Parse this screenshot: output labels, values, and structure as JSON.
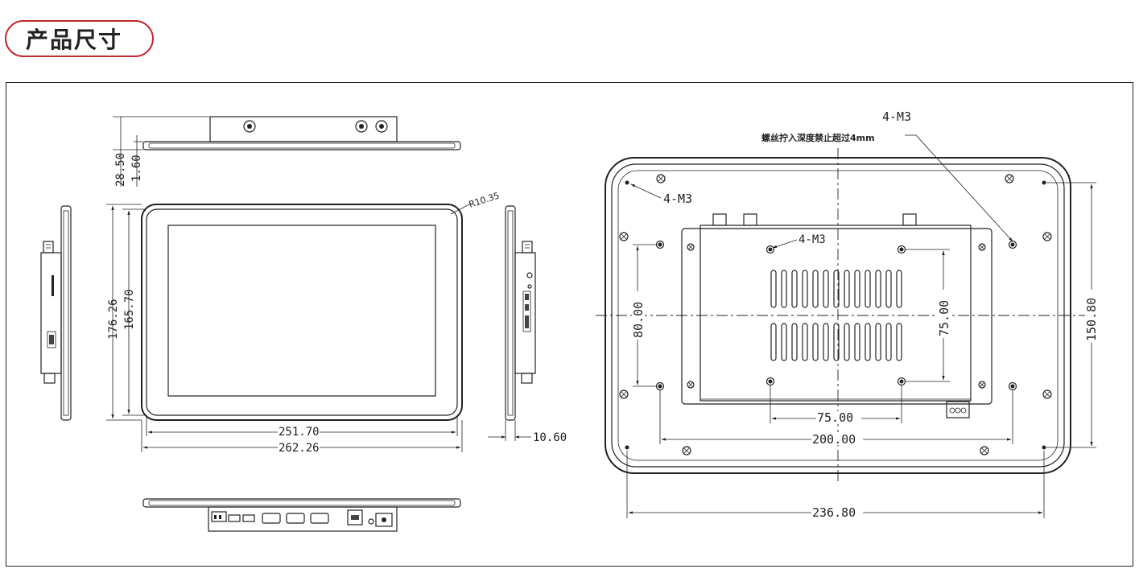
{
  "header": {
    "title": "产品尺寸",
    "accent_color": "#c0282d"
  },
  "dimensions": {
    "depth_total": "28.50",
    "bezel_thickness": "1.60",
    "corner_radius": "R10.35",
    "height_outer": "176.26",
    "height_inner": "165.70",
    "width_inner": "251.70",
    "width_outer": "262.26",
    "side_thickness": "10.60",
    "rear_hole_spacing_v": "80.00",
    "rear_vesa_v": "75.00",
    "rear_vesa_h": "75.00",
    "rear_hole_spacing_h": "200.00",
    "rear_mount_height": "150.80",
    "rear_mount_width": "236.80"
  },
  "callouts": {
    "top_screw": "4-M3",
    "screw_note": "螺丝拧入深度禁止超过4mm",
    "left_screw": "4-M3",
    "inner_screw": "4-M3"
  }
}
